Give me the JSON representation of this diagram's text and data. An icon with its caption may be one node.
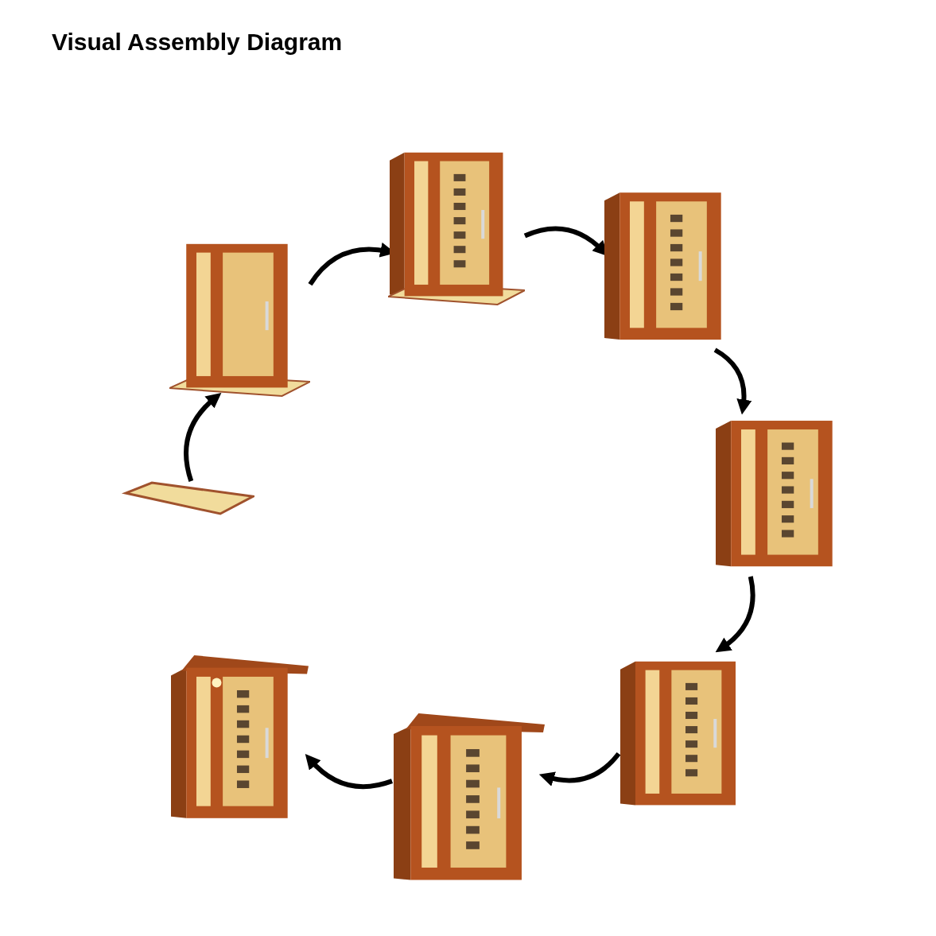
{
  "diagram": {
    "title": "Visual Assembly Diagram",
    "nodes": [
      {
        "text": [],
        "shape": "picture"
      },
      {
        "text": [],
        "shape": "picture"
      },
      {
        "text": [],
        "shape": "picture"
      },
      {
        "text": [],
        "shape": "picture"
      },
      {
        "text": [],
        "shape": "picture"
      },
      {
        "text": [],
        "shape": "picture"
      },
      {
        "text": [],
        "shape": "picture"
      },
      {
        "text": [],
        "shape": "picture"
      }
    ],
    "edges": [
      {
        "from": 0,
        "to": 1,
        "arrow": "to"
      },
      {
        "from": 1,
        "to": 2,
        "arrow": "to"
      },
      {
        "from": 2,
        "to": 3,
        "arrow": "to"
      },
      {
        "from": 3,
        "to": 4,
        "arrow": "to"
      },
      {
        "from": 4,
        "to": 5,
        "arrow": "to"
      },
      {
        "from": 5,
        "to": 6,
        "arrow": "to"
      },
      {
        "from": 6,
        "to": 7,
        "arrow": "to"
      }
    ]
  }
}
